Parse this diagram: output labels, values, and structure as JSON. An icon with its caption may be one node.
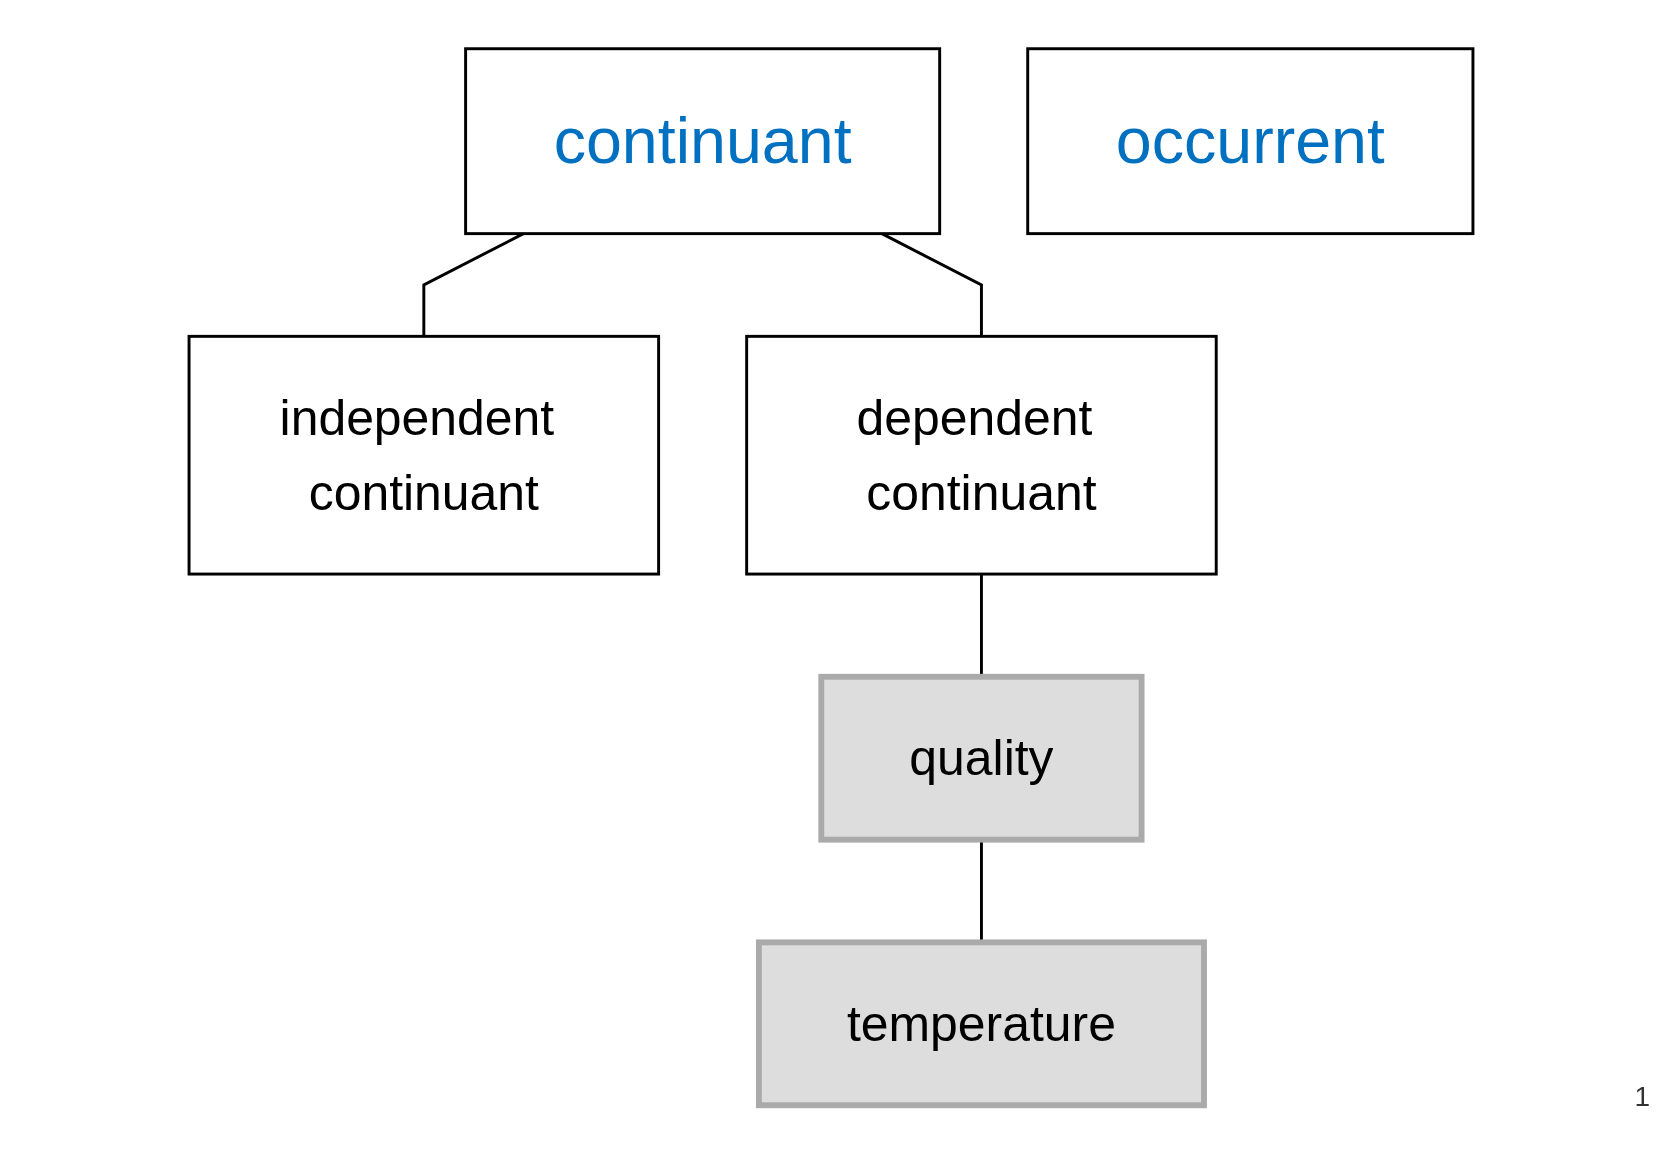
{
  "diagram": {
    "nodes": [
      {
        "text": [
          "continuant"
        ]
      },
      {
        "text": [
          "occurrent"
        ]
      },
      {
        "text": [
          "independent continuant"
        ]
      },
      {
        "text": [
          "dependent continuant"
        ]
      },
      {
        "text": [
          "quality"
        ]
      },
      {
        "text": [
          "temperature"
        ]
      }
    ],
    "edges": [
      {
        "from": 0,
        "to": 2,
        "arrow": "none"
      },
      {
        "from": 0,
        "to": 3,
        "arrow": "none"
      },
      {
        "from": 3,
        "to": 4,
        "arrow": "none"
      },
      {
        "from": 4,
        "to": 5,
        "arrow": "none"
      }
    ],
    "labels": [
      "1"
    ]
  }
}
